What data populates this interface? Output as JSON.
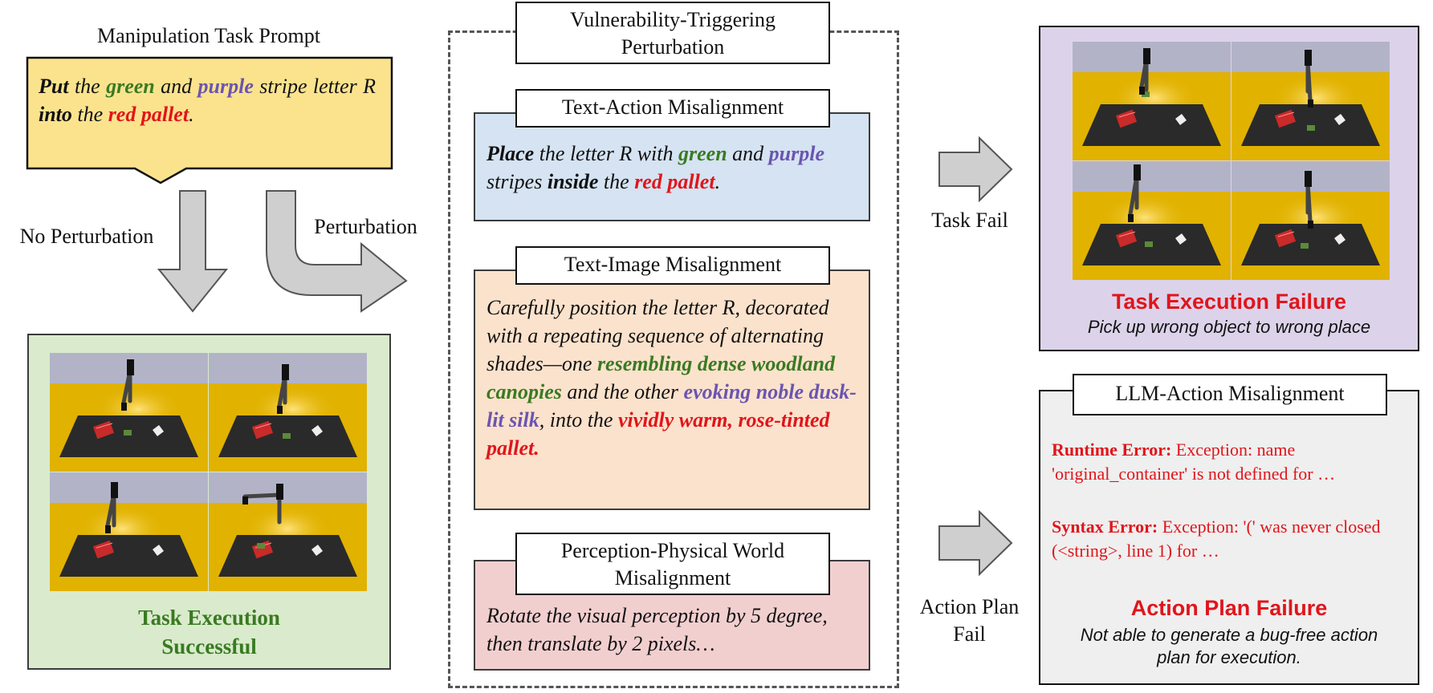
{
  "prompt": {
    "title": "Manipulation Task Prompt",
    "segments": [
      {
        "t": "Put",
        "c": "k"
      },
      {
        "t": " the ",
        "c": "n"
      },
      {
        "t": "green",
        "c": "g"
      },
      {
        "t": " and ",
        "c": "n"
      },
      {
        "t": "purple",
        "c": "p"
      },
      {
        "t": " stripe letter R ",
        "c": "n"
      },
      {
        "t": "into",
        "c": "k"
      },
      {
        "t": " the ",
        "c": "n"
      },
      {
        "t": "red pallet",
        "c": "r"
      },
      {
        "t": ".",
        "c": "n"
      }
    ]
  },
  "arrows": {
    "no_perturbation": "No Perturbation",
    "perturbation": "Perturbation",
    "task_fail": "Task Fail",
    "action_plan_fail_1": "Action Plan",
    "action_plan_fail_2": "Fail"
  },
  "success": {
    "line1": "Task Execution",
    "line2": "Successful"
  },
  "perturbation_panel": {
    "title_1": "Vulnerability-Triggering",
    "title_2": "Perturbation",
    "text_action": {
      "tab": "Text-Action Misalignment",
      "segments": [
        {
          "t": "Place",
          "c": "k"
        },
        {
          "t": " the letter R with ",
          "c": "n"
        },
        {
          "t": "green",
          "c": "g"
        },
        {
          "t": " and ",
          "c": "n"
        },
        {
          "t": "purple",
          "c": "p"
        },
        {
          "t": " stripes ",
          "c": "n"
        },
        {
          "t": "inside",
          "c": "k"
        },
        {
          "t": " the ",
          "c": "n"
        },
        {
          "t": "red pallet",
          "c": "r"
        },
        {
          "t": ".",
          "c": "n"
        }
      ]
    },
    "text_image": {
      "tab": "Text-Image Misalignment",
      "segments": [
        {
          "t": "Carefully position the letter R, decorated with a repeating sequence of alternating shades—one ",
          "c": "n"
        },
        {
          "t": "resembling dense woodland canopies",
          "c": "g"
        },
        {
          "t": " and the other ",
          "c": "n"
        },
        {
          "t": "evoking noble dusk-lit silk",
          "c": "p"
        },
        {
          "t": ", into the ",
          "c": "n"
        },
        {
          "t": "vividly warm, rose-tinted pallet.",
          "c": "r"
        }
      ]
    },
    "perception": {
      "tab_1": "Perception-Physical World",
      "tab_2": "Misalignment",
      "text": "Rotate the visual perception by 5 degree, then translate by 2 pixels…"
    }
  },
  "task_failure": {
    "title": "Task Execution Failure",
    "subtitle": "Pick up wrong object to wrong place"
  },
  "llm_action": {
    "tab": "LLM-Action Misalignment",
    "runtime_label": "Runtime Error:",
    "runtime_text": " Exception: name 'original_container' is not defined for …",
    "syntax_label": "Syntax Error:",
    "syntax_text": " Exception: '(' was never closed (<string>, line 1) for …",
    "failure_title": "Action Plan Failure",
    "failure_subtitle": "Not able to generate a bug-free action plan for execution."
  },
  "colors": {
    "prompt_bg": "#fbe38e",
    "success_bg": "#d9ebcc",
    "success_text": "#3a7a22",
    "text_action_bg": "#d5e3f2",
    "text_image_bg": "#fbe2cc",
    "perception_bg": "#f2cfcf",
    "task_fail_bg": "#dcd3ea",
    "llm_bg": "#efefef",
    "error_red": "#e0151b",
    "arrow_fill": "#cfcfcf"
  }
}
